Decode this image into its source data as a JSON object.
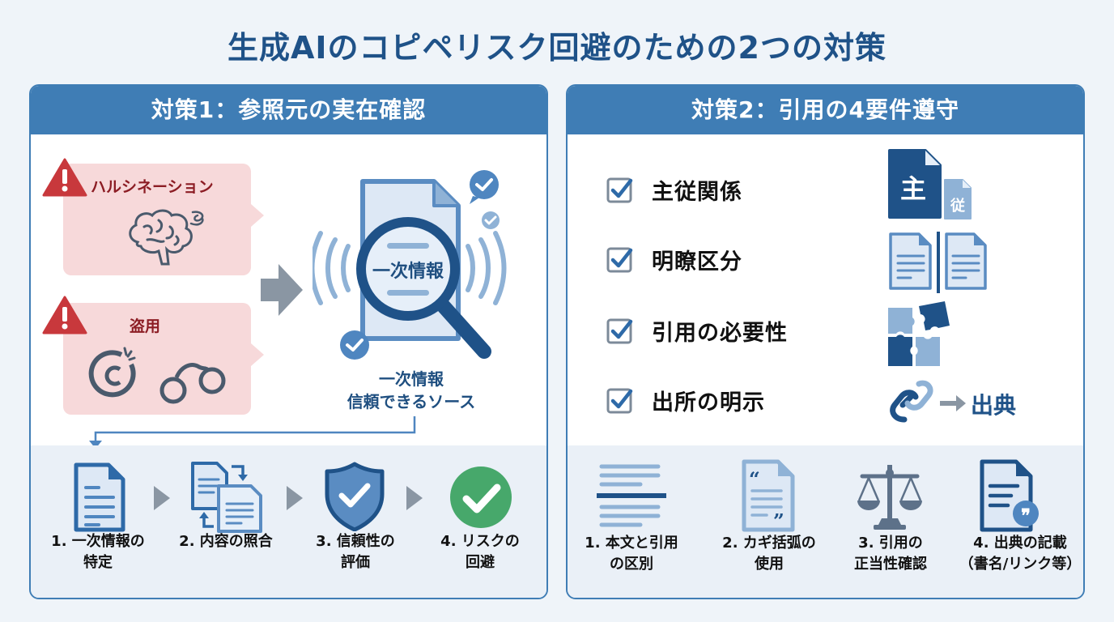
{
  "title": "生成AIのコピペリスク回避のための2つの対策",
  "colors": {
    "primary": "#3f7db5",
    "dark_blue": "#1f5288",
    "light_blue": "#8fb2d6",
    "risk_bg": "#f7d9da",
    "risk_red": "#c8383c",
    "risk_text": "#8c1d24",
    "arrow_gray": "#8a96a3",
    "success_green": "#47a86b"
  },
  "left_panel": {
    "header": "対策1：参照元の実在確認",
    "risks": [
      {
        "label": "ハルシネーション",
        "icon": "brain-icon"
      },
      {
        "label": "盗用",
        "icon": "copyright-handcuffs-icon"
      }
    ],
    "source": {
      "magnifier_text": "一次情報",
      "caption_line1": "一次情報",
      "caption_line2": "信頼できるソース"
    },
    "steps": [
      {
        "line1": "1. 一次情報の",
        "line2": "特定",
        "icon": "document-icon"
      },
      {
        "line1": "2. 内容の照合",
        "line2": "",
        "icon": "compare-documents-icon"
      },
      {
        "line1": "3. 信頼性の",
        "line2": "評価",
        "icon": "shield-check-icon"
      },
      {
        "line1": "4. リスクの",
        "line2": "回避",
        "icon": "check-circle-icon"
      }
    ]
  },
  "right_panel": {
    "header": "対策2：引用の4要件遵守",
    "requirements": [
      {
        "label": "主従関係",
        "checked": true,
        "icon": "main-sub-document-icon",
        "main_char": "主",
        "sub_char": "従"
      },
      {
        "label": "明瞭区分",
        "checked": true,
        "icon": "split-documents-icon"
      },
      {
        "label": "引用の必要性",
        "checked": true,
        "icon": "puzzle-icon"
      },
      {
        "label": "出所の明示",
        "checked": true,
        "icon": "link-source-icon",
        "source_text": "出典"
      }
    ],
    "steps": [
      {
        "line1": "1. 本文と引用",
        "line2": "の区別",
        "icon": "text-lines-icon"
      },
      {
        "line1": "2. カギ括弧の",
        "line2": "使用",
        "icon": "quote-document-icon"
      },
      {
        "line1": "3. 引用の",
        "line2": "正当性確認",
        "icon": "scales-icon"
      },
      {
        "line1": "4. 出典の記載",
        "line2": "（書名/リンク等）",
        "icon": "citation-document-icon"
      }
    ]
  }
}
